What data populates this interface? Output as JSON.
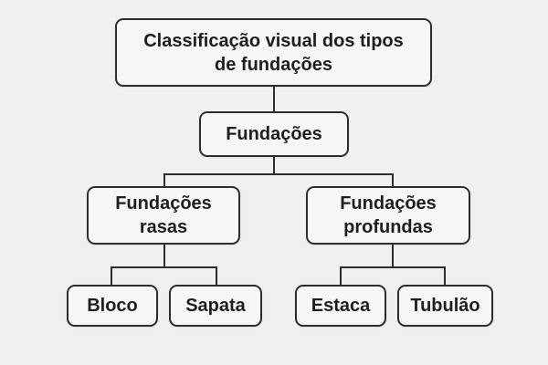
{
  "diagram": {
    "type": "flowchart",
    "colors": {
      "background": "#f1f0ef",
      "node_fill": "#f7f6f5",
      "border": "#2d2d2d",
      "text": "#1e1e1e"
    },
    "nodes": {
      "root": {
        "label": "Classificação visual dos tipos de fundações"
      },
      "fundacoes": {
        "label": "Fundações"
      },
      "rasas": {
        "label": "Fundações rasas"
      },
      "profundas": {
        "label": "Fundações profundas"
      },
      "bloco": {
        "label": "Bloco"
      },
      "sapata": {
        "label": "Sapata"
      },
      "estaca": {
        "label": "Estaca"
      },
      "tubulao": {
        "label": "Tubulão"
      }
    },
    "edges": [
      "root -> fundacoes",
      "fundacoes -> rasas",
      "fundacoes -> profundas",
      "rasas -> bloco",
      "rasas -> sapata",
      "profundas -> estaca",
      "profundas -> tubulao"
    ]
  }
}
